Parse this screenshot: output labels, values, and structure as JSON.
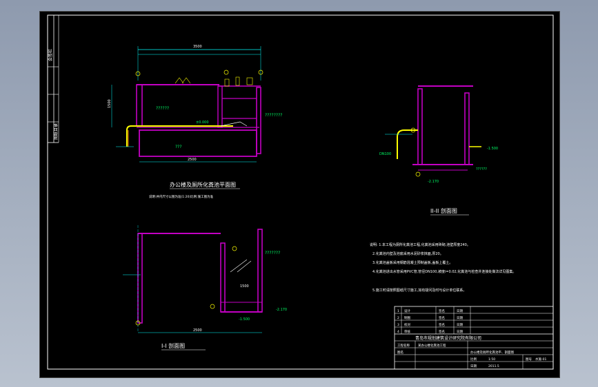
{
  "colors": {
    "background": "#a7b1c2",
    "sheet": "#000000",
    "wall": "#c400c4",
    "dimension": "#00ffff",
    "text": "#ffffff",
    "pipe": "#ffff00",
    "accent": "#00ff00"
  },
  "drawings": {
    "plan_title": "办公楼及厕所化粪池平面图",
    "plan_note": "说明:井内尺寸以图为准(1:20)比例:施工图为准",
    "section_ii_title": "II-II 剖面图",
    "section_i_title": "I-I 剖面图"
  },
  "dimensions": {
    "plan_top_total": "3500",
    "plan_left_height": "1500",
    "plan_bottom_total": "2500",
    "sec1_bottom": "2500",
    "sec1_right": "1500"
  },
  "labels": {
    "plan_room": "??????",
    "plan_pool": "???",
    "plan_side": "????????",
    "sec1_side": "???????",
    "sec2_lower": "??????",
    "elevation": "±0.000",
    "pipe_dia": "DN100",
    "level_a": "-1.500",
    "level_b": "-2.170"
  },
  "notes": {
    "lines": [
      "说明: 1.本工程为厕所化粪池工程,化粪池采用砖砌,池壁厚度240。",
      "2.化粪池内壁及池底采用水泥砂浆抹面,厚20。",
      "3.化粪池盖板采用钢筋混凝土预制盖板,盖板上覆土。",
      "4.化粪池进出水管采用PVC管,管径DN100,坡度i=0.02,化粪池与检查井连接处做法详见图集。",
      "5.施工时请按照图纸尺寸施工,如有疑问及时与设计单位联系。"
    ]
  },
  "title_block": {
    "company": "青岛市规划建筑设计研究院有限公司",
    "project_label": "工程名称",
    "project_name": "某办公楼化粪池工程",
    "drawing_label": "图名",
    "drawing_name": "办公楼及厕所化粪池平、剖面图",
    "rev_rows": [
      {
        "no": "1",
        "item": "设计",
        "by": "签名",
        "date": "日期"
      },
      {
        "no": "2",
        "item": "制图",
        "by": "签名",
        "date": "日期"
      },
      {
        "no": "3",
        "item": "校对",
        "by": "签名",
        "date": "日期"
      },
      {
        "no": "4",
        "item": "审核",
        "by": "签名",
        "date": "日期"
      }
    ],
    "scale_label": "比例",
    "scale_value": "1:50",
    "sheet_label": "图号",
    "sheet_value": "水施-01",
    "date_label": "日期",
    "date_value": "2011.5"
  },
  "left_strip": {
    "label_top": "会签栏",
    "label_bottom": "图纸目录"
  }
}
